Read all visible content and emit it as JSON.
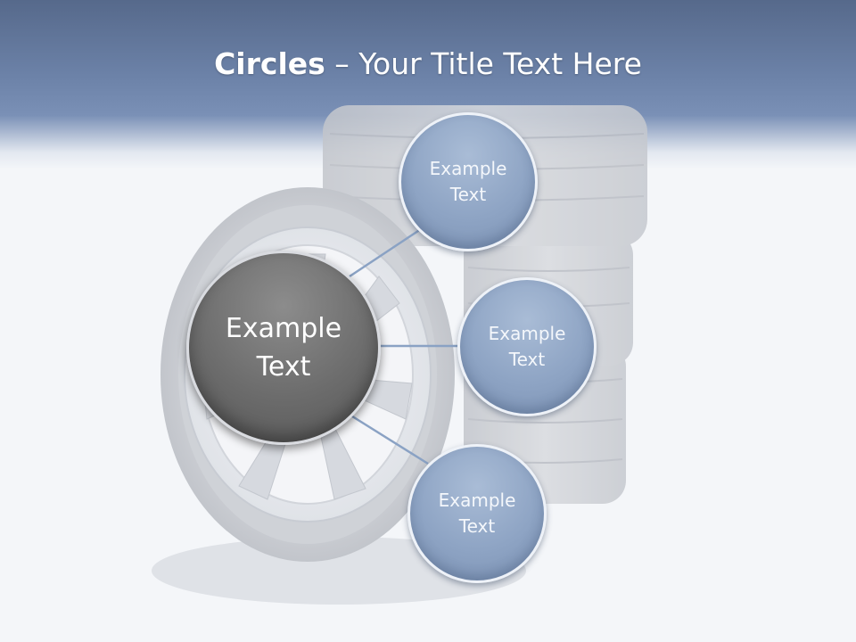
{
  "slide": {
    "title_bold": "Circles",
    "title_rest": " – Your Title Text Here"
  },
  "diagram": {
    "center_node": {
      "line1": "Example",
      "line2": "Text"
    },
    "nodes": [
      {
        "line1": "Example",
        "line2": "Text"
      },
      {
        "line1": "Example",
        "line2": "Text"
      },
      {
        "line1": "Example",
        "line2": "Text"
      }
    ]
  },
  "colors": {
    "header": "#6c82a8",
    "background": "#f4f6f9",
    "center_node": "#6c6c6c",
    "small_node": "#8ea4c4",
    "connector": "#8aa2c4",
    "wheel_art": "#c9ccd2"
  },
  "background_image": "tire-and-wheel-photo"
}
